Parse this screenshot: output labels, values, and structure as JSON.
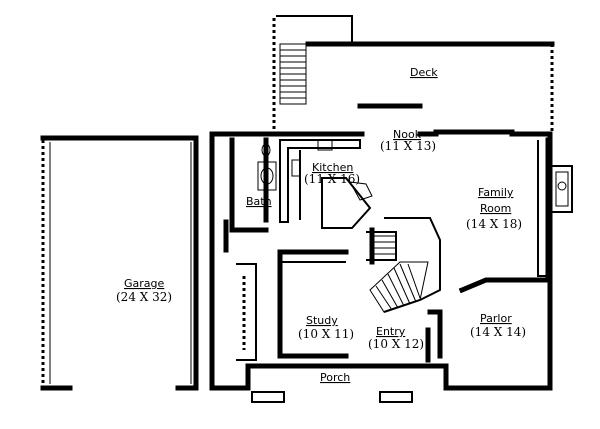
{
  "rooms": {
    "deck": {
      "name": "Deck"
    },
    "nook": {
      "name": "Nook",
      "size": "(11 X 13)"
    },
    "kitchen": {
      "name": "Kitchen",
      "size": "(11 X 16)"
    },
    "bath": {
      "name": "Bath"
    },
    "family": {
      "name": "Family",
      "name2": "Room",
      "size": "(14 X 18)"
    },
    "garage": {
      "name": "Garage",
      "size": "(24 X 32)"
    },
    "study": {
      "name": "Study",
      "size": "(10 X 11)"
    },
    "entry": {
      "name": "Entry",
      "size": "(10 X 12)"
    },
    "parlor": {
      "name": "Parlor",
      "size": "(14 X 14)"
    },
    "porch": {
      "name": "Porch"
    }
  }
}
